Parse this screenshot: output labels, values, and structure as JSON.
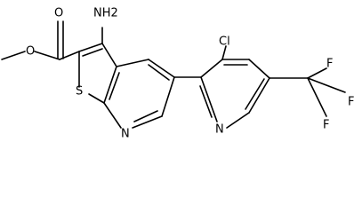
{
  "molecule": {
    "atoms": {
      "amino": "NH2",
      "carbonyl_o": "O",
      "ester_o": "O",
      "thiophene_s": "S",
      "pyridine_n1": "N",
      "chloro": "Cl",
      "pyridine_n2": "N",
      "f_top": "F",
      "f_right": "F",
      "f_bottom": "F"
    }
  }
}
